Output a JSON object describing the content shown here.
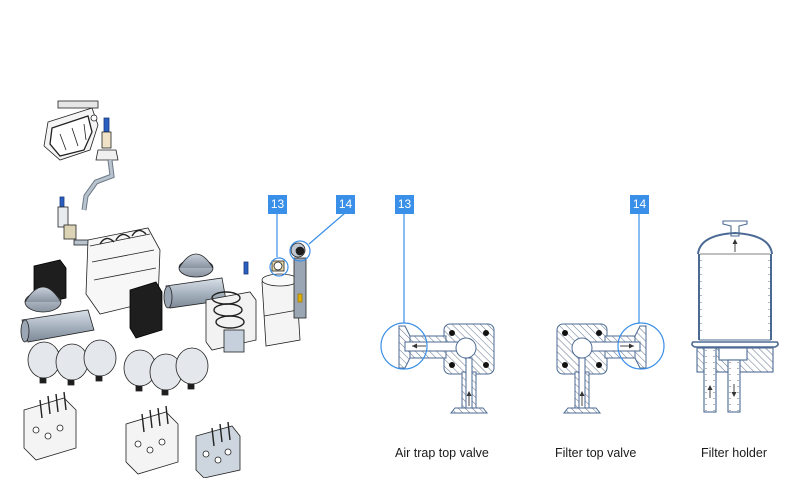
{
  "colors": {
    "callout": "#3a8fe8",
    "line": "#5a6f8a",
    "hatch": "#7a8aa0",
    "machine_dark": "#1e1e1e",
    "machine_grey": "#a9b4c0",
    "machine_blue": "#2a5fbf",
    "background": "#ffffff"
  },
  "machine_view": {
    "callouts": [
      {
        "id": "13",
        "label": "13"
      },
      {
        "id": "14",
        "label": "14"
      }
    ]
  },
  "details": [
    {
      "id": "air-trap-top-valve",
      "callout": "13",
      "caption": "Air trap top valve"
    },
    {
      "id": "filter-top-valve",
      "callout": "14",
      "caption": "Filter top valve"
    },
    {
      "id": "filter-holder",
      "callout": null,
      "caption": "Filter holder"
    }
  ]
}
